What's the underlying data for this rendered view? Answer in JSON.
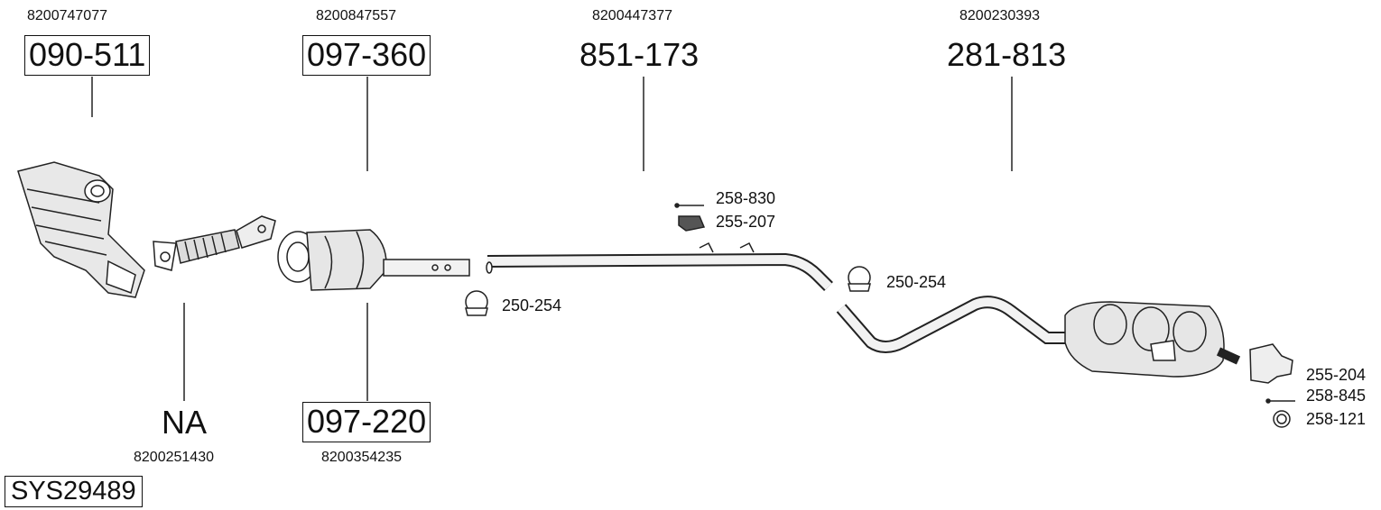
{
  "diagram": {
    "system_id": "SYS29489",
    "parts": [
      {
        "part_no": "090-511",
        "oem": "8200747077",
        "boxed": true
      },
      {
        "part_no": "097-360",
        "oem": "8200847557",
        "boxed": true
      },
      {
        "part_no": "851-173",
        "oem": "8200447377",
        "boxed": false
      },
      {
        "part_no": "281-813",
        "oem": "8200230393",
        "boxed": false
      },
      {
        "part_no": "NA",
        "oem": "8200251430",
        "boxed": false
      },
      {
        "part_no": "097-220",
        "oem": "8200354235",
        "boxed": true
      }
    ],
    "accessories": [
      {
        "part_no": "258-830",
        "icon": "bolt-icon"
      },
      {
        "part_no": "255-207",
        "icon": "rubber-mount-icon"
      },
      {
        "part_no": "250-254",
        "icon": "clamp-icon"
      },
      {
        "part_no": "250-254",
        "icon": "clamp-icon"
      },
      {
        "part_no": "255-204",
        "icon": "bracket-icon"
      },
      {
        "part_no": "258-845",
        "icon": "bolt-icon"
      },
      {
        "part_no": "258-121",
        "icon": "ring-icon"
      }
    ]
  }
}
